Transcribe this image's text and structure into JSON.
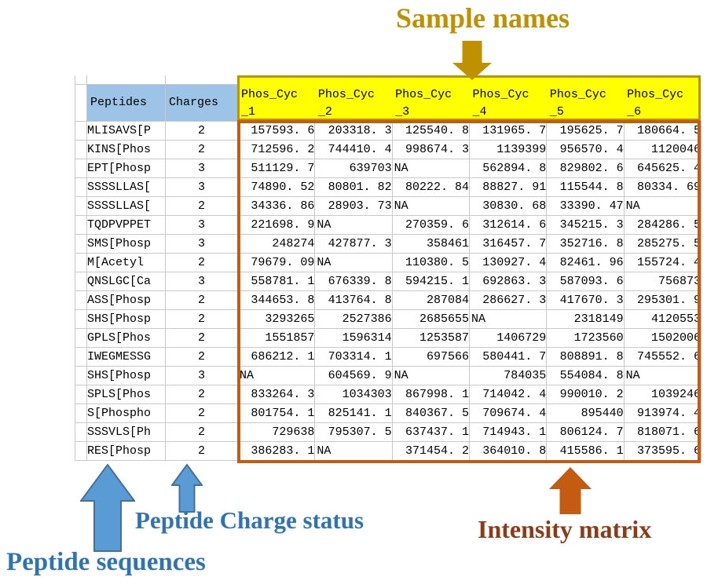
{
  "annotations": {
    "sample_names": "Sample names",
    "peptide_charge_status": "Peptide Charge status",
    "peptide_sequences": "Peptide sequences",
    "intensity_matrix": "Intensity matrix"
  },
  "colors": {
    "header_fill": "#9DC3E6",
    "sample_fill": "#FFFF00",
    "gold": "#BF9000",
    "orange": "#C55A11",
    "orange_text": "#8E3A16",
    "blue_text": "#2E74B5",
    "blue_arrow_fill": "#5B9BD5",
    "blue_arrow_stroke": "#41719C",
    "grid": "#C9C9C9"
  },
  "table": {
    "columns": [
      "Peptides",
      "Charges"
    ],
    "sample_columns": [
      {
        "line1": "Phos_Cyc",
        "line2": "_1"
      },
      {
        "line1": "Phos_Cyc",
        "line2": "_2"
      },
      {
        "line1": "Phos_Cyc",
        "line2": "_3"
      },
      {
        "line1": "Phos_Cyc",
        "line2": "_4"
      },
      {
        "line1": "Phos_Cyc",
        "line2": "_5"
      },
      {
        "line1": "Phos_Cyc",
        "line2": "_6"
      }
    ],
    "rows": [
      {
        "peptide": "MLISAVS[P",
        "charge": "2",
        "values": [
          "157593.6",
          "203318.3",
          "125540.8",
          "131965.7",
          "195625.7",
          "180664.5"
        ]
      },
      {
        "peptide": "KINS[Phos",
        "charge": "2",
        "values": [
          "712596.2",
          "744410.4",
          "998674.3",
          "1139399",
          "956570.4",
          "1120046"
        ]
      },
      {
        "peptide": "EPT[Phosp",
        "charge": "3",
        "values": [
          "511129.7",
          "639703",
          "NA",
          "562894.8",
          "829802.6",
          "645625.4"
        ]
      },
      {
        "peptide": "SSSSLLAS[",
        "charge": "3",
        "values": [
          "74890.52",
          "80801.82",
          "80222.84",
          "88827.91",
          "115544.8",
          "80334.69"
        ]
      },
      {
        "peptide": "SSSSLLAS[",
        "charge": "2",
        "values": [
          "34336.86",
          "28903.73",
          "NA",
          "30830.68",
          "33390.47",
          "NA"
        ]
      },
      {
        "peptide": "TQDPVPPET",
        "charge": "3",
        "values": [
          "221698.9",
          "NA",
          "270359.6",
          "312614.6",
          "345215.3",
          "284286.5"
        ]
      },
      {
        "peptide": "SMS[Phosp",
        "charge": "3",
        "values": [
          "248274",
          "427877.3",
          "358461",
          "316457.7",
          "352716.8",
          "285275.5"
        ]
      },
      {
        "peptide": "M[Acetyl",
        "charge": "2",
        "values": [
          "79679.09",
          "NA",
          "110380.5",
          "130927.4",
          "82461.96",
          "155724.4"
        ]
      },
      {
        "peptide": "QNSLGC[Ca",
        "charge": "3",
        "values": [
          "558781.1",
          "676339.8",
          "594215.1",
          "692863.3",
          "587093.6",
          "756873"
        ]
      },
      {
        "peptide": "ASS[Phosp",
        "charge": "2",
        "values": [
          "344653.8",
          "413764.8",
          "287084",
          "286627.3",
          "417670.3",
          "295301.9"
        ]
      },
      {
        "peptide": "SHS[Phosp",
        "charge": "2",
        "values": [
          "3293265",
          "2527386",
          "2685655",
          "NA",
          "2318149",
          "4120553"
        ]
      },
      {
        "peptide": "GPLS[Phos",
        "charge": "2",
        "values": [
          "1551857",
          "1596314",
          "1253587",
          "1406729",
          "1723560",
          "1502006"
        ]
      },
      {
        "peptide": "IWEGMESSG",
        "charge": "2",
        "values": [
          "686212.1",
          "703314.1",
          "697566",
          "580441.7",
          "808891.8",
          "745552.6"
        ]
      },
      {
        "peptide": "SHS[Phosp",
        "charge": "3",
        "values": [
          "NA",
          "604569.9",
          "NA",
          "784035",
          "554084.8",
          "NA"
        ]
      },
      {
        "peptide": "SPLS[Phos",
        "charge": "2",
        "values": [
          "833264.3",
          "1034303",
          "867998.1",
          "714042.4",
          "990010.2",
          "1039246"
        ]
      },
      {
        "peptide": "S[Phospho",
        "charge": "2",
        "values": [
          "801754.1",
          "825141.1",
          "840367.5",
          "709674.4",
          "895440",
          "913974.4"
        ]
      },
      {
        "peptide": "SSSVLS[Ph",
        "charge": "2",
        "values": [
          "729638",
          "795307.5",
          "637437.1",
          "714943.1",
          "806124.7",
          "818071.6"
        ]
      },
      {
        "peptide": "RES[Phosp",
        "charge": "2",
        "values": [
          "386283.1",
          "NA",
          "371454.2",
          "364010.8",
          "415586.1",
          "373595.6"
        ]
      }
    ]
  }
}
